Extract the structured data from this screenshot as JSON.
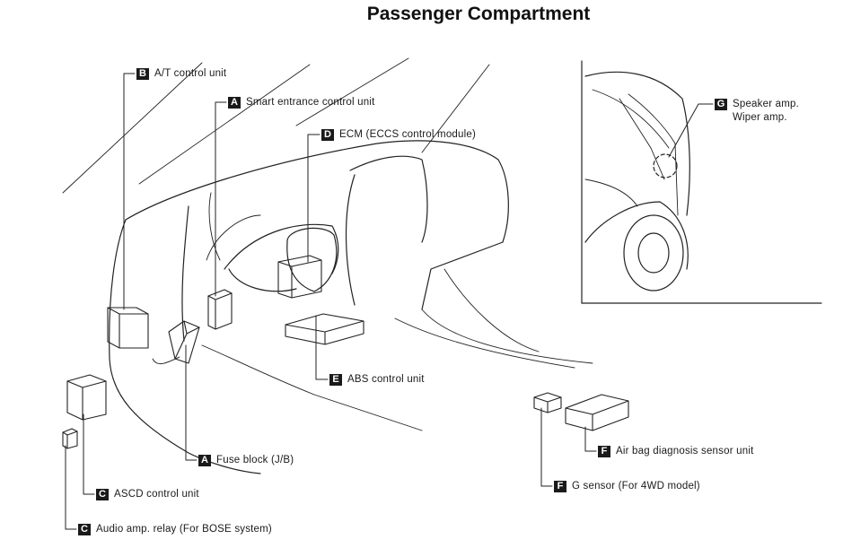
{
  "title": "Passenger Compartment",
  "callouts": {
    "at_control_unit": {
      "letter": "B",
      "label": "A/T control unit"
    },
    "smart_entrance": {
      "letter": "A",
      "label": "Smart entrance control unit"
    },
    "ecm": {
      "letter": "D",
      "label": "ECM (ECCS control module)"
    },
    "speaker_amp": {
      "letter": "G",
      "label": "Speaker amp.",
      "label2": "Wiper amp."
    },
    "abs_control_unit": {
      "letter": "E",
      "label": "ABS control unit"
    },
    "air_bag_unit": {
      "letter": "F",
      "label": "Air bag diagnosis sensor unit"
    },
    "fuse_block": {
      "letter": "A",
      "label": "Fuse block (J/B)"
    },
    "g_sensor": {
      "letter": "F",
      "label": "G sensor (For 4WD model)"
    },
    "ascd_control_unit": {
      "letter": "C",
      "label": "ASCD control unit"
    },
    "audio_amp_relay": {
      "letter": "C",
      "label": "Audio amp. relay (For BOSE system)"
    }
  }
}
